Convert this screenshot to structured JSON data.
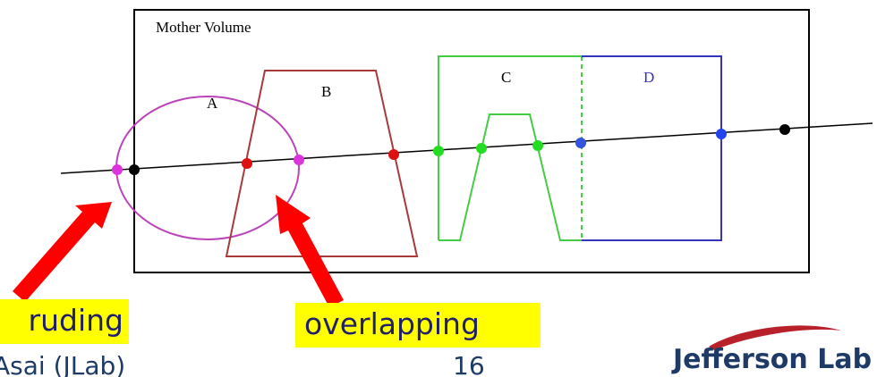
{
  "diagram": {
    "title": "Mother Volume",
    "labels": {
      "A": "A",
      "B": "B",
      "C": "C",
      "D": "D"
    }
  },
  "callouts": {
    "left": "ruding",
    "right": "overlapping"
  },
  "footer": {
    "author": "Asai (JLab)",
    "page": "16",
    "brand": "Jefferson Lab"
  },
  "colors": {
    "mother_border": "#000000",
    "shape_a": "#bb44bb",
    "shape_b": "#a83a3a",
    "shape_c": "#44cc44",
    "shape_d": "#3333bb",
    "track": "#000000",
    "arrow": "#ff0000",
    "callout_bg": "#ffff00",
    "callout_text": "#1f1f6b",
    "brand": "#1e3a66",
    "swoosh": "#b8202a"
  }
}
